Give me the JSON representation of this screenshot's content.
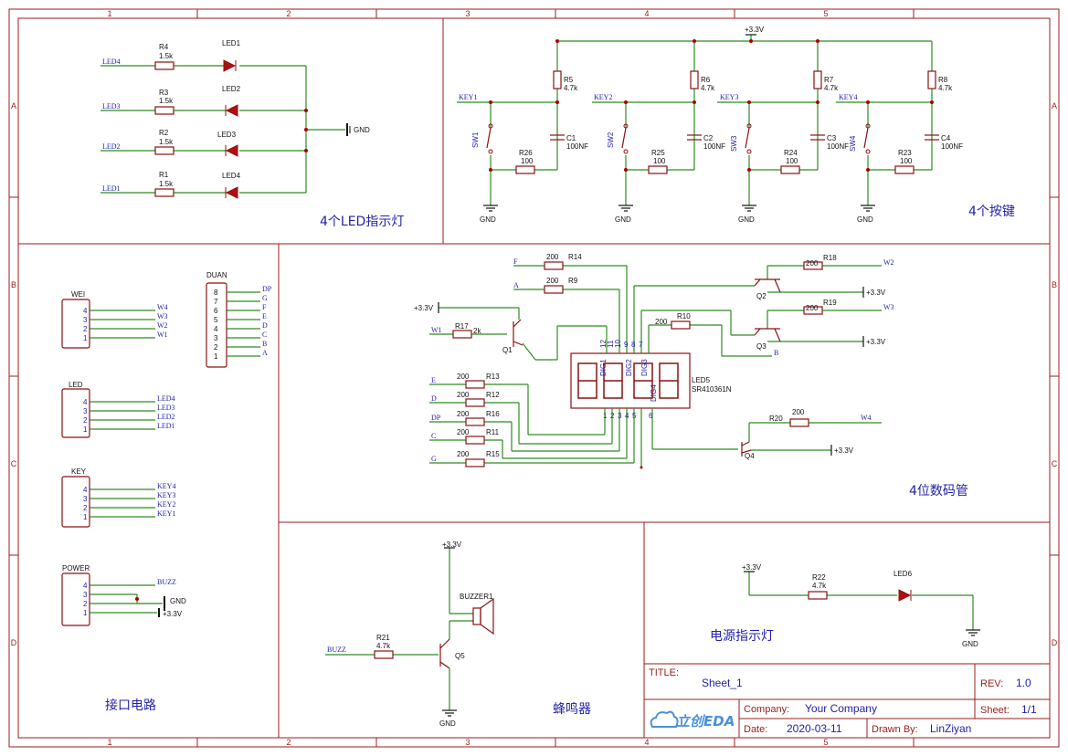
{
  "frame": {
    "cols": [
      "1",
      "2",
      "3",
      "4",
      "5"
    ],
    "rows": [
      "A",
      "B",
      "C",
      "D"
    ]
  },
  "titles": {
    "led": "4个LED指示灯",
    "key": "4个按键",
    "seg": "4位数码管",
    "iface": "接口电路",
    "buzzer": "蜂鸣器",
    "power": "电源指示灯"
  },
  "nets": {
    "vcc": "+3.3V",
    "gnd": "GND",
    "led1": "LED1",
    "led2": "LED2",
    "led3": "LED3",
    "led4": "LED4",
    "key1": "KEY1",
    "key2": "KEY2",
    "key3": "KEY3",
    "key4": "KEY4",
    "w1": "W1",
    "w2": "W2",
    "w3": "W3",
    "w4": "W4",
    "a": "A",
    "b": "B",
    "c": "C",
    "d": "D",
    "e": "E",
    "f": "F",
    "g": "G",
    "dp": "DP",
    "buzz": "BUZZ"
  },
  "parts": {
    "r1": "R1",
    "r2": "R2",
    "r3": "R3",
    "r4": "R4",
    "v15k": "1.5k",
    "d1": "LED1",
    "d2": "LED2",
    "d3": "LED3",
    "d4": "LED4",
    "r5": "R5",
    "r6": "R6",
    "r7": "R7",
    "r8": "R8",
    "v47k": "4.7k",
    "c1": "C1",
    "c2": "C2",
    "c3": "C3",
    "c4": "C4",
    "v100nf": "100NF",
    "r23": "R23",
    "r24": "R24",
    "r25": "R25",
    "r26": "R26",
    "v100": "100",
    "sw1": "SW1",
    "sw2": "SW2",
    "sw3": "SW3",
    "sw4": "SW4",
    "r9": "R9",
    "r10": "R10",
    "r11": "R11",
    "r12": "R12",
    "r13": "R13",
    "r14": "R14",
    "r15": "R15",
    "r16": "R16",
    "r17": "R17",
    "r18": "R18",
    "r19": "R19",
    "r20": "R20",
    "v200": "200",
    "v2k": "2k",
    "q1": "Q1",
    "q2": "Q2",
    "q3": "Q3",
    "q4": "Q4",
    "q5": "Q5",
    "led5": "LED5",
    "led5v": "SR410361N",
    "r21": "R21",
    "r22": "R22",
    "buzzer": "BUZZER1",
    "led6": "LED6",
    "wei": "WEI",
    "duan": "DUAN",
    "led": "LED",
    "key": "KEY",
    "power": "POWER"
  },
  "title_block": {
    "title_label": "TITLE:",
    "title": "Sheet_1",
    "rev_label": "REV:",
    "rev": "1.0",
    "company_label": "Company:",
    "company": "Your Company",
    "sheet_label": "Sheet:",
    "sheet": "1/1",
    "date_label": "Date:",
    "date": "2020-03-11",
    "drawn_label": "Drawn By:",
    "drawn": "LinZiyan",
    "logo": "立创EDA"
  }
}
